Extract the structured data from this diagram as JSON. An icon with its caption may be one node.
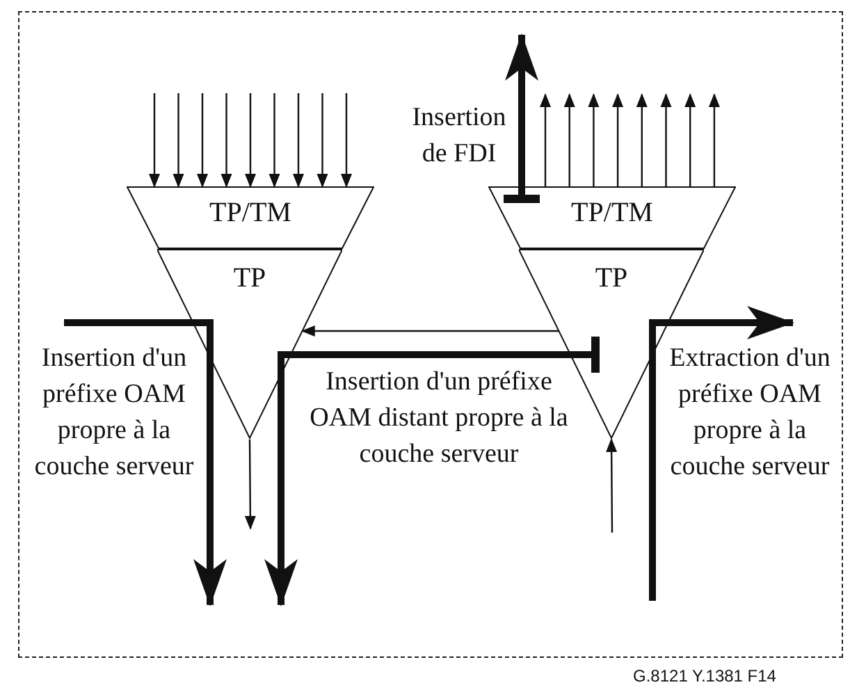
{
  "diagram": {
    "nodes": [
      {
        "text": [
          "TP/TM"
        ]
      },
      {
        "text": [
          "TP"
        ]
      },
      {
        "text": [
          "TP/TM"
        ]
      },
      {
        "text": [
          "TP"
        ]
      }
    ],
    "edges": [
      {
        "from": null,
        "to": 0,
        "arrow": "to"
      },
      {
        "from": null,
        "to": 0,
        "arrow": "to"
      },
      {
        "from": null,
        "to": 0,
        "arrow": "to"
      },
      {
        "from": null,
        "to": 0,
        "arrow": "to"
      },
      {
        "from": null,
        "to": 0,
        "arrow": "to"
      },
      {
        "from": null,
        "to": 0,
        "arrow": "to"
      },
      {
        "from": null,
        "to": 0,
        "arrow": "to"
      },
      {
        "from": null,
        "to": 0,
        "arrow": "to"
      },
      {
        "from": null,
        "to": 0,
        "arrow": "to"
      },
      {
        "from": 2,
        "to": null,
        "arrow": "to"
      },
      {
        "from": 2,
        "to": null,
        "arrow": "to"
      },
      {
        "from": 2,
        "to": null,
        "arrow": "to"
      },
      {
        "from": 2,
        "to": null,
        "arrow": "to"
      },
      {
        "from": 2,
        "to": null,
        "arrow": "to"
      },
      {
        "from": 2,
        "to": null,
        "arrow": "to"
      },
      {
        "from": 2,
        "to": null,
        "arrow": "to"
      },
      {
        "from": 2,
        "to": null,
        "arrow": "to"
      },
      {
        "from": 2,
        "to": null,
        "arrow": "to",
        "style": "thick"
      },
      {
        "from": 3,
        "to": 1,
        "arrow": "to"
      },
      {
        "from": 3,
        "to": null,
        "arrow": "to",
        "style": "thick"
      },
      {
        "from": 1,
        "to": null,
        "arrow": "to"
      },
      {
        "from": null,
        "to": 3,
        "arrow": "to"
      }
    ],
    "labels": [
      "Insertion de FDI",
      "Insertion d'un préfixe OAM propre à la couche serveur",
      "Insertion d'un préfixe OAM distant propre à la couche serveur",
      "Extraction d'un préfixe OAM propre à la couche serveur",
      "G.8121 Y.1381 F14"
    ]
  }
}
